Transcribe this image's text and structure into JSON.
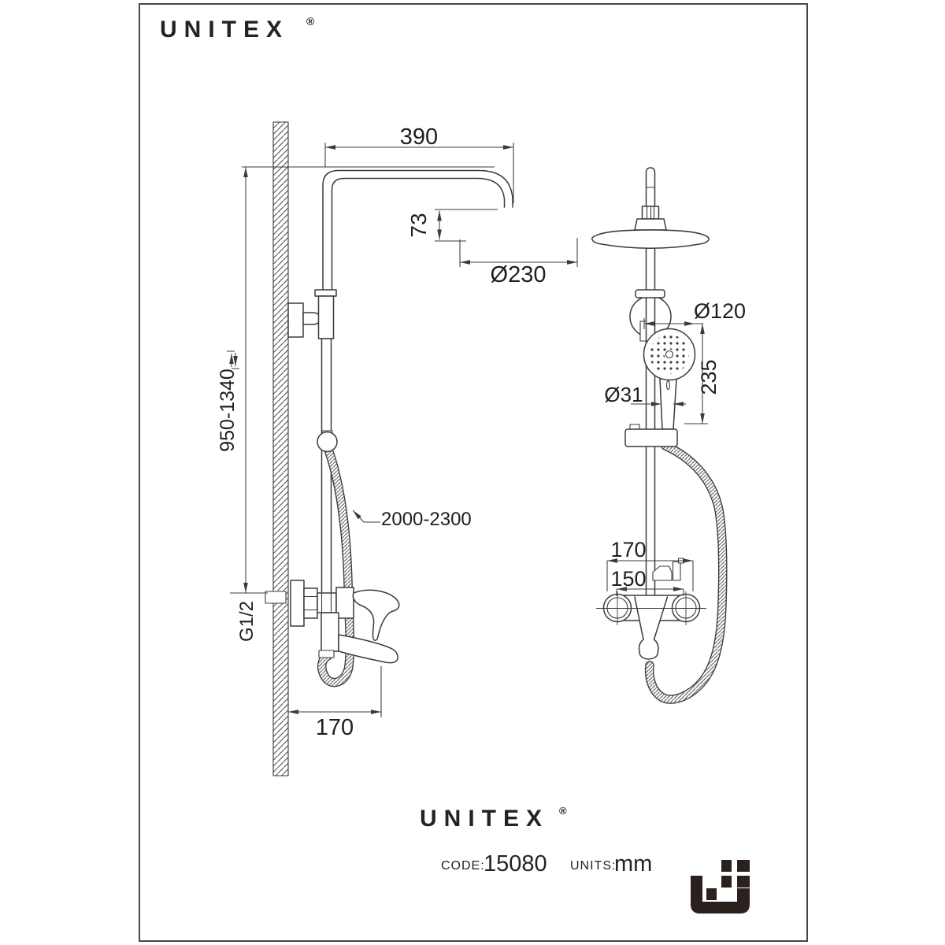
{
  "header": {
    "logo": "UNITEX",
    "reg": "®"
  },
  "dims": {
    "arm_length": "390",
    "head_offset": "73",
    "head_diameter": "Ø230",
    "rail_height_range": "950-1340",
    "hose_length_range": "2000-2300",
    "thread_size": "G1/2",
    "spout_reach": "170",
    "hand_shower_diameter": "Ø120",
    "hand_shower_length": "235",
    "handle_diameter": "Ø31",
    "valve_overall_width": "170",
    "inlet_center_distance": "150"
  },
  "footer": {
    "logo": "UNITEX",
    "reg": "®",
    "code_label": "CODE:",
    "code_value": "15080",
    "units_label": "UNITS:",
    "units_value": "mm"
  },
  "colors": {
    "line": "#3d3a3a",
    "text": "#211e1c",
    "icon": "#2a211c",
    "frame": "#494545"
  }
}
